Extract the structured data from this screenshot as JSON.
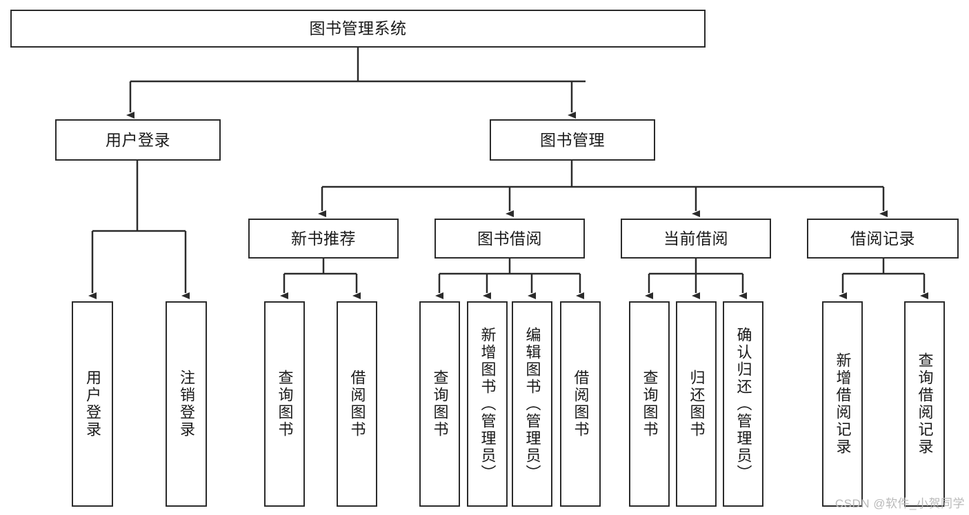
{
  "diagram": {
    "type": "tree",
    "title": "图书管理系统",
    "watermark": "CSDN @软件_小贺同学",
    "colors": {
      "box_border": "#2b2b2b",
      "box_fill": "#ffffff",
      "connector": "#2b2b2b",
      "text": "#1a1a1a",
      "watermark": "#b9b9b9",
      "background": "#ffffff"
    },
    "nodes": {
      "root": {
        "label": "图书管理系统"
      },
      "level2": [
        {
          "label": "用户登录"
        },
        {
          "label": "图书管理"
        }
      ],
      "level3": [
        {
          "label": "新书推荐"
        },
        {
          "label": "图书借阅"
        },
        {
          "label": "当前借阅"
        },
        {
          "label": "借阅记录"
        }
      ],
      "leaves_user_login": [
        {
          "label": "用户登录"
        },
        {
          "label": "注销登录"
        }
      ],
      "leaves_new_book": [
        {
          "label": "查询图书"
        },
        {
          "label": "借阅图书"
        }
      ],
      "leaves_borrow": [
        {
          "label": "查询图书"
        },
        {
          "label": "新增图书（管理员）"
        },
        {
          "label": "编辑图书（管理员）"
        },
        {
          "label": "借阅图书"
        }
      ],
      "leaves_current": [
        {
          "label": "查询图书"
        },
        {
          "label": "归还图书"
        },
        {
          "label": "确认归还（管理员）"
        }
      ],
      "leaves_records": [
        {
          "label": "新增借阅记录"
        },
        {
          "label": "查询借阅记录"
        }
      ]
    }
  }
}
